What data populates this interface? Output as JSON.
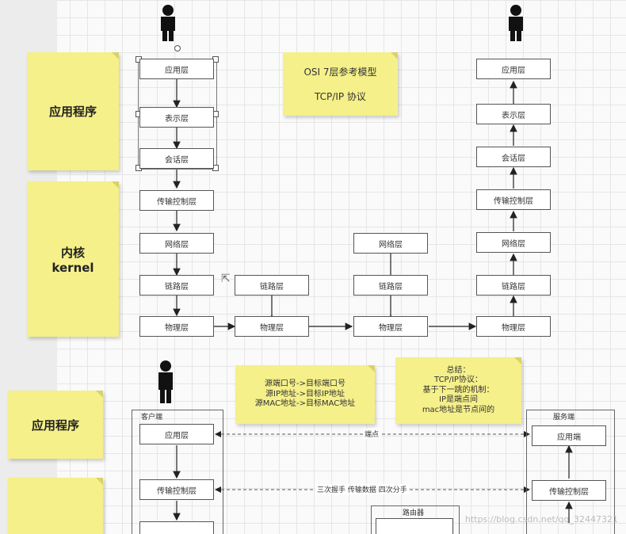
{
  "left_labels": {
    "app_top": "应用程序",
    "kernel_cn": "内核",
    "kernel_en": "kernel",
    "app_bottom": "应用程序"
  },
  "title_note": {
    "line1": "OSI  7层参考模型",
    "line2": "TCP/IP  协议"
  },
  "layers": {
    "application": "应用层",
    "presentation": "表示层",
    "session": "会话层",
    "transport": "传输控制层",
    "network": "网络层",
    "link": "链路层",
    "physical": "物理层"
  },
  "address_note": {
    "line1": "源端口号->目标端口号",
    "line2": "源IP地址->目标IP地址",
    "line3": "源MAC地址->目标MAC地址"
  },
  "summary_note": {
    "line1": "总结：",
    "line2": "TCP/IP协议：",
    "line3": "基于下一跳的机制：",
    "line4": "IP是端点间",
    "line5": "mac地址是节点间的"
  },
  "client_frame": "客户端",
  "server_frame": "服务端",
  "router_frame": "路由器",
  "server_app": "应用端",
  "endpoint_label": "端点",
  "handshake_label": "三次握手  传输数据  四次分手",
  "watermark": "https://blog.csdn.net/qq_32447321"
}
